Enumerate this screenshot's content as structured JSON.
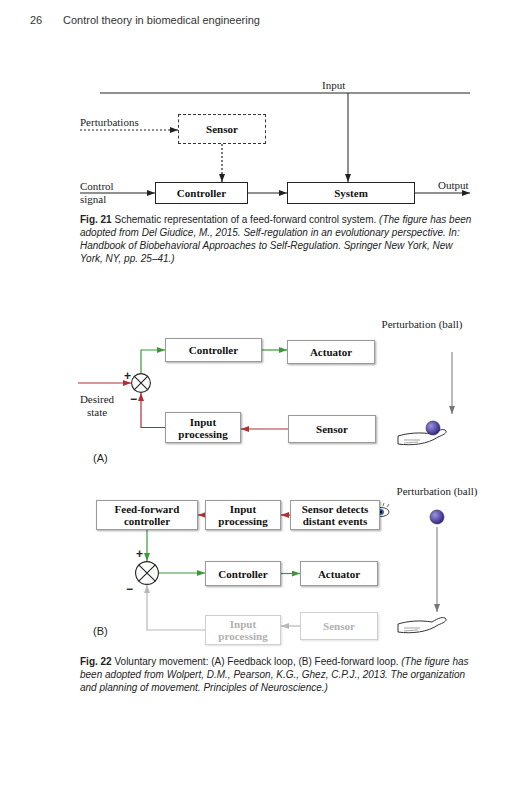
{
  "diagram": {
    "nodes": [
      {
        "text": [
          "Sensor"
        ]
      },
      {
        "text": [
          "Controller"
        ]
      },
      {
        "text": [
          "System"
        ]
      },
      {
        "text": [
          "Controller"
        ]
      },
      {
        "text": [
          "Actuator"
        ]
      },
      {
        "text": [
          "+",
          "−"
        ]
      },
      {
        "text": [
          "Input processing"
        ]
      },
      {
        "text": [
          "Sensor"
        ]
      },
      {
        "text": [
          "Feed-forward controller"
        ]
      },
      {
        "text": [
          "Input processing"
        ]
      },
      {
        "text": [
          "Sensor detects distant events"
        ]
      },
      {
        "text": [
          "+",
          "−"
        ]
      },
      {
        "text": [
          "Controller"
        ]
      },
      {
        "text": [
          "Actuator"
        ]
      },
      {
        "text": [
          "Input processing"
        ]
      },
      {
        "text": [
          "Sensor"
        ]
      }
    ],
    "edges": [
      {
        "from": 0,
        "to": 1,
        "arrow": "to"
      },
      {
        "from": 1,
        "to": 2,
        "arrow": "to"
      },
      {
        "from": 5,
        "to": 3,
        "arrow": "to"
      },
      {
        "from": 3,
        "to": 4,
        "arrow": "to"
      },
      {
        "from": 7,
        "to": 6,
        "arrow": "to"
      },
      {
        "from": 6,
        "to": 5,
        "arrow": "to"
      },
      {
        "from": 10,
        "to": 9,
        "arrow": "to"
      },
      {
        "from": 9,
        "to": 8,
        "arrow": "to"
      },
      {
        "from": 8,
        "to": 11,
        "arrow": "to"
      },
      {
        "from": 11,
        "to": 12,
        "arrow": "to"
      },
      {
        "from": 12,
        "to": 13,
        "arrow": "to"
      },
      {
        "from": 15,
        "to": 14,
        "arrow": "to"
      },
      {
        "from": 14,
        "to": 11,
        "arrow": "to"
      }
    ],
    "labels": [
      "26",
      "Control theory in biomedical engineering",
      "Input",
      "Perturbations",
      "Control signal",
      "Output",
      "Fig. 21",
      "Schematic representation of a feed-forward control system.",
      "(The figure has been adopted from Del Giudice, M., 2015. Self-regulation in an evolutionary perspective. In: Handbook of Biobehavioral Approaches to Self-Regulation. Springer New York, New York, NY, pp. 25–41.)",
      "Perturbation (ball)",
      "Desired state",
      "(A)",
      "Perturbation (ball)",
      "(B)",
      "Fig. 22",
      "Voluntary movement: (A) Feedback loop, (B) Feed-forward loop.",
      "(The figure has been adopted from Wolpert, D.M., Pearson, K.G., Ghez, C.P.J., 2013. The organization and planning of movement. Principles of Neuroscience.)"
    ]
  }
}
